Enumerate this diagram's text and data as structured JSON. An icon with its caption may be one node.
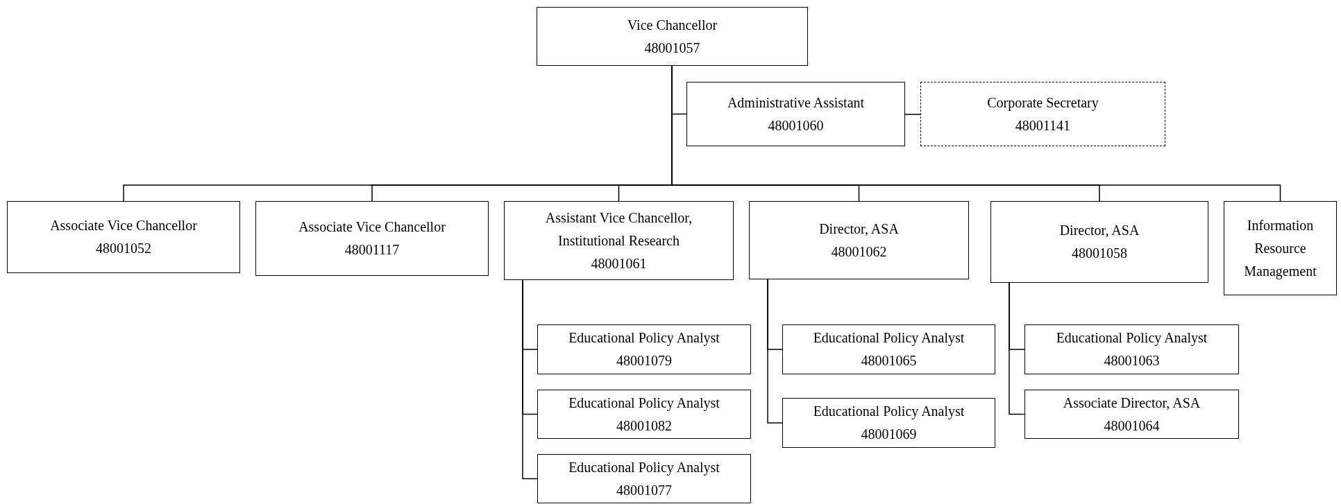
{
  "diagram": {
    "nodes": [
      {
        "text": [
          "Vice Chancellor",
          "48001057"
        ]
      },
      {
        "text": [
          "Administrative Assistant",
          "48001060"
        ]
      },
      {
        "text": [
          "Corporate Secretary",
          "48001141"
        ]
      },
      {
        "text": [
          "Associate Vice Chancellor",
          "48001052"
        ]
      },
      {
        "text": [
          "Associate Vice Chancellor",
          "48001117"
        ]
      },
      {
        "text": [
          "Assistant Vice Chancellor, Institutional Research",
          "48001061"
        ]
      },
      {
        "text": [
          "Director, ASA",
          "48001062"
        ]
      },
      {
        "text": [
          "Director, ASA",
          "48001058"
        ]
      },
      {
        "text": [
          "Information Resource Management"
        ]
      },
      {
        "text": [
          "Educational Policy Analyst",
          "48001079"
        ]
      },
      {
        "text": [
          "Educational Policy Analyst",
          "48001082"
        ]
      },
      {
        "text": [
          "Educational Policy Analyst",
          "48001077"
        ]
      },
      {
        "text": [
          "Educational Policy Analyst",
          "48001065"
        ]
      },
      {
        "text": [
          "Educational Policy Analyst",
          "48001069"
        ]
      },
      {
        "text": [
          "Educational Policy Analyst",
          "48001063"
        ]
      },
      {
        "text": [
          "Associate Director, ASA",
          "48001064"
        ]
      }
    ],
    "edges": [
      {
        "from": 0,
        "to": 1,
        "arrow": "none"
      },
      {
        "from": 1,
        "to": 2,
        "arrow": "none"
      },
      {
        "from": 0,
        "to": 3,
        "arrow": "none"
      },
      {
        "from": 0,
        "to": 4,
        "arrow": "none"
      },
      {
        "from": 0,
        "to": 5,
        "arrow": "none"
      },
      {
        "from": 0,
        "to": 6,
        "arrow": "none"
      },
      {
        "from": 0,
        "to": 7,
        "arrow": "none"
      },
      {
        "from": 0,
        "to": 8,
        "arrow": "none"
      },
      {
        "from": 5,
        "to": 9,
        "arrow": "none"
      },
      {
        "from": 5,
        "to": 10,
        "arrow": "none"
      },
      {
        "from": 5,
        "to": 11,
        "arrow": "none"
      },
      {
        "from": 6,
        "to": 12,
        "arrow": "none"
      },
      {
        "from": 6,
        "to": 13,
        "arrow": "none"
      },
      {
        "from": 7,
        "to": 14,
        "arrow": "none"
      },
      {
        "from": 7,
        "to": 15,
        "arrow": "none"
      }
    ]
  }
}
